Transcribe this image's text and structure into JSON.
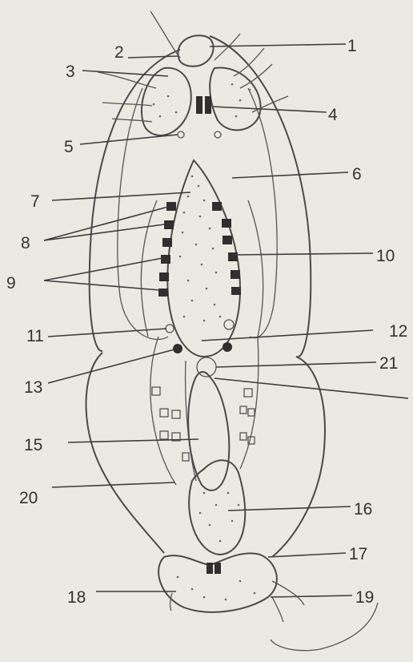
{
  "diagram": {
    "labels": [
      "1",
      "2",
      "3",
      "4",
      "5",
      "6",
      "7",
      "8",
      "9",
      "10",
      "11",
      "12",
      "13",
      "21",
      "15",
      "20",
      "16",
      "17",
      "18",
      "19"
    ]
  }
}
